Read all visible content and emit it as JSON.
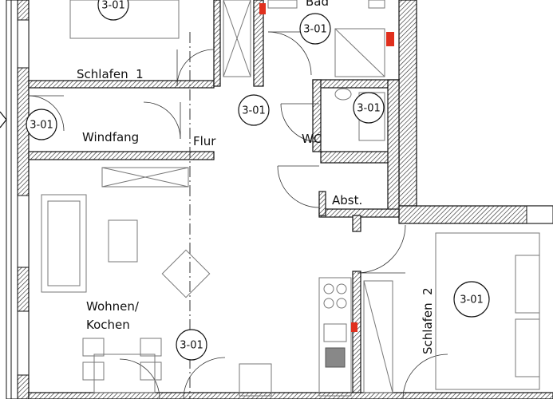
{
  "rooms": {
    "bad": "Bad",
    "schlafen1": "Schlafen  1",
    "windfang": "Windfang",
    "flur": "Flur",
    "wc": "WC",
    "abst": "Abst.",
    "wohnen_line1": "Wohnen/",
    "wohnen_line2": "Kochen",
    "schlafen2": "Schlafen  2"
  },
  "unit_tag": "3-01",
  "colors": {
    "wall_hatch": "#111111",
    "marker_red": "#e0301e",
    "furniture": "#777777"
  }
}
